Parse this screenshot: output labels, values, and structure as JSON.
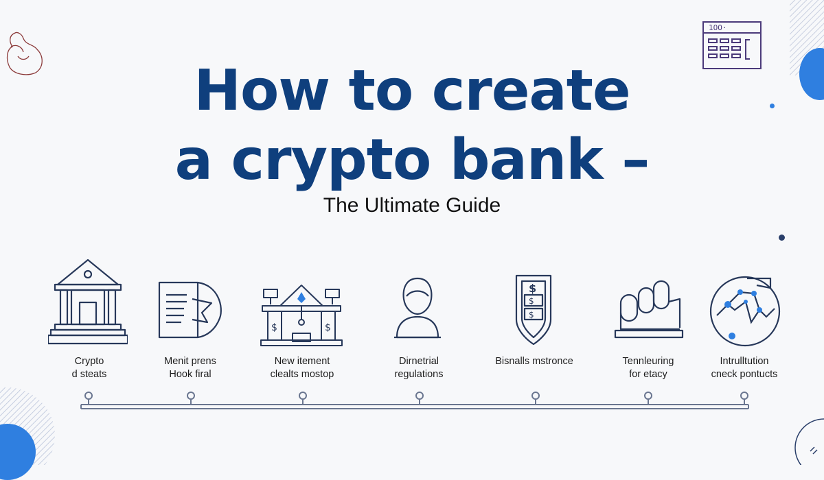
{
  "title": {
    "line1": "How to create",
    "line2": "a crypto bank –",
    "subtitle": "The Ultimate Guide"
  },
  "steps": [
    {
      "icon": "bank-building-icon",
      "line1": "Crypto",
      "line2": "d steats"
    },
    {
      "icon": "document-icon",
      "line1": "Menit prens",
      "line2": "Hook firal"
    },
    {
      "icon": "balance-house-icon",
      "line1": "New itement",
      "line2": "clealts mostop"
    },
    {
      "icon": "user-icon",
      "line1": "Dirnetrial",
      "line2": "regulations"
    },
    {
      "icon": "shield-dollar-icon",
      "line1": "Bisnalls mstronce",
      "line2": ""
    },
    {
      "icon": "hand-icon",
      "line1": "Tennleuring",
      "line2": "for etacy"
    },
    {
      "icon": "network-globe-icon",
      "line1": "Intrulltution",
      "line2": "cneck pontucts"
    }
  ],
  "decor": {
    "top_left": "doodle-icon",
    "top_right": "calendar-grid-icon",
    "calendar_header": "1OO·"
  },
  "colors": {
    "title": "#0f3f7d",
    "icon_stroke": "#27385a",
    "accent_blue": "#2f7fe0",
    "background": "#f7f8fa"
  }
}
